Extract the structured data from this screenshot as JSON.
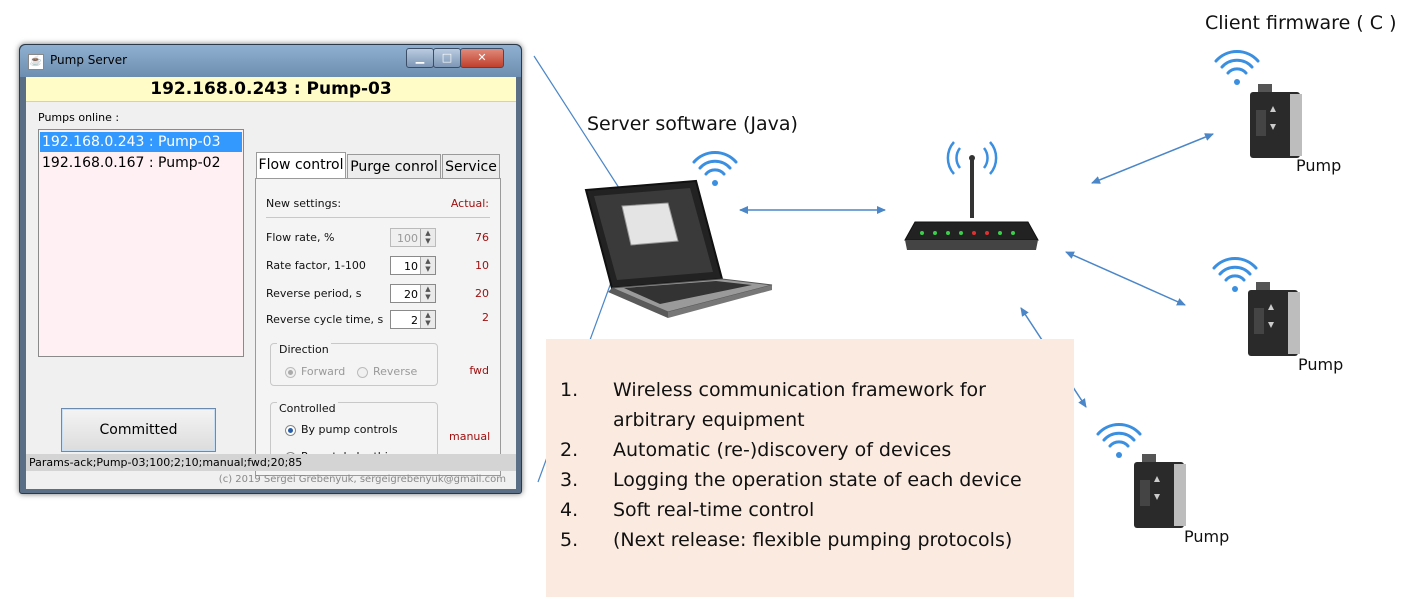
{
  "window": {
    "title": "Pump Server",
    "header": "192.168.0.243 : Pump-03",
    "pumps_label": "Pumps online :",
    "pumps": [
      {
        "label": "192.168.0.243 : Pump-03",
        "selected": true
      },
      {
        "label": "192.168.0.167 : Pump-02",
        "selected": false
      }
    ],
    "tabs": [
      "Flow control",
      "Purge conrol",
      "Service"
    ],
    "new_settings": "New settings:",
    "actual": "Actual:",
    "params": [
      {
        "label": "Flow rate, %",
        "value": "100",
        "actual": "76",
        "disabled": true
      },
      {
        "label": "Rate factor, 1-100",
        "value": "10",
        "actual": "10",
        "disabled": false
      },
      {
        "label": "Reverse period, s",
        "value": "20",
        "actual": "20",
        "disabled": false
      },
      {
        "label": "Reverse cycle time, s",
        "value": "2",
        "actual": "2",
        "disabled": false
      }
    ],
    "direction": {
      "title": "Direction",
      "options": [
        "Forward",
        "Reverse"
      ],
      "selected": "Forward",
      "actual": "fwd"
    },
    "controlled": {
      "title": "Controlled",
      "options": [
        "By pump controls",
        "Remotely by this server"
      ],
      "selected": "By pump controls",
      "actual": "manual"
    },
    "commit_label": "Committed",
    "status": "Params-ack;Pump-03;100;2;10;manual;fwd;20;85",
    "copyright": "(c) 2019 Sergei Grebenyuk, sergeigrebenyuk@gmail.com"
  },
  "diagram": {
    "server_label": "Server software (Java)",
    "client_label": "Client firmware ( C )",
    "pump_labels": [
      "Pump",
      "Pump",
      "Pump"
    ],
    "features": [
      {
        "num": "1.",
        "text": "Wireless communication framework for arbitrary equipment"
      },
      {
        "num": "2.",
        "text": "Automatic (re-)discovery of devices"
      },
      {
        "num": "3.",
        "text": "Logging the operation state of each device"
      },
      {
        "num": "4.",
        "text": "Soft real-time control"
      },
      {
        "num": "5.",
        "text": "(Next release: flexible pumping protocols)"
      }
    ]
  },
  "colors": {
    "arrow": "#4a86c8",
    "wifi": "#3a8fe0",
    "feature_bg": "#fbeae0",
    "header_bg": "#fffcc8",
    "selection": "#3399ff",
    "actual_text": "#a01010"
  }
}
